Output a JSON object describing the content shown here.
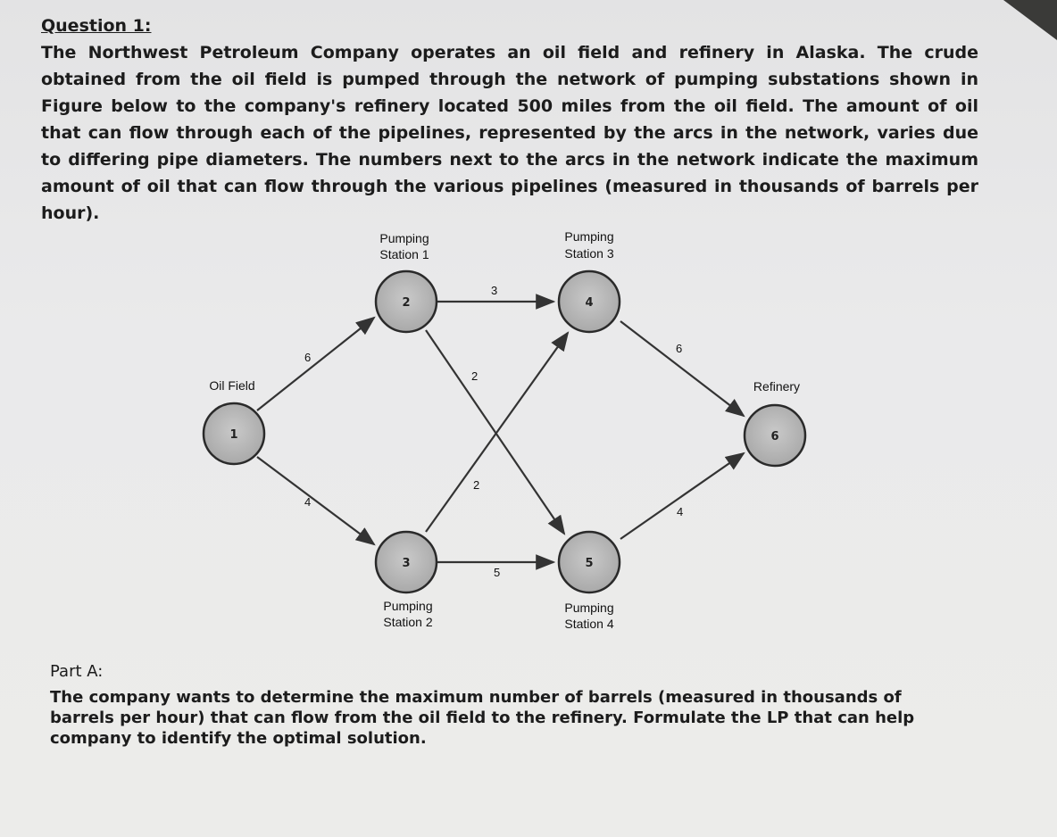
{
  "question": {
    "title": "Question 1:",
    "paragraph": "The Northwest Petroleum Company operates an oil field and refinery in Alaska. The crude obtained from the oil field is pumped through the network of pumping substations shown in Figure below to the company's refinery located 500 miles from the oil field. The amount of oil that can flow through each of the pipelines, represented by the arcs in the network, varies due to differing pipe diameters. The numbers next to the arcs in the network indicate the maximum amount of oil that can flow through the various pipelines (measured in thousands of barrels per hour)."
  },
  "network": {
    "nodes": [
      {
        "id": "1",
        "label": "Oil Field"
      },
      {
        "id": "2",
        "label": "Pumping Station 1",
        "label_line1": "Pumping",
        "label_line2": "Station 1"
      },
      {
        "id": "3",
        "label": "Pumping Station 2",
        "label_line1": "Pumping",
        "label_line2": "Station 2"
      },
      {
        "id": "4",
        "label": "Pumping Station 3",
        "label_line1": "Pumping",
        "label_line2": "Station 3"
      },
      {
        "id": "5",
        "label": "Pumping Station 4",
        "label_line1": "Pumping",
        "label_line2": "Station 4"
      },
      {
        "id": "6",
        "label": "Refinery"
      }
    ],
    "arcs": [
      {
        "from": "1",
        "to": "2",
        "capacity": "6"
      },
      {
        "from": "1",
        "to": "3",
        "capacity": "4"
      },
      {
        "from": "2",
        "to": "4",
        "capacity": "3"
      },
      {
        "from": "2",
        "to": "5",
        "capacity": "2"
      },
      {
        "from": "3",
        "to": "4",
        "capacity": "2"
      },
      {
        "from": "3",
        "to": "5",
        "capacity": "5"
      },
      {
        "from": "4",
        "to": "6",
        "capacity": "6"
      },
      {
        "from": "5",
        "to": "6",
        "capacity": "4"
      }
    ]
  },
  "part_a": {
    "title": "Part A:",
    "text": "The company wants to determine the maximum number of barrels (measured in thousands of barrels per hour) that can flow from the oil field to the refinery. Formulate the LP that can help company to identify the optimal solution."
  }
}
